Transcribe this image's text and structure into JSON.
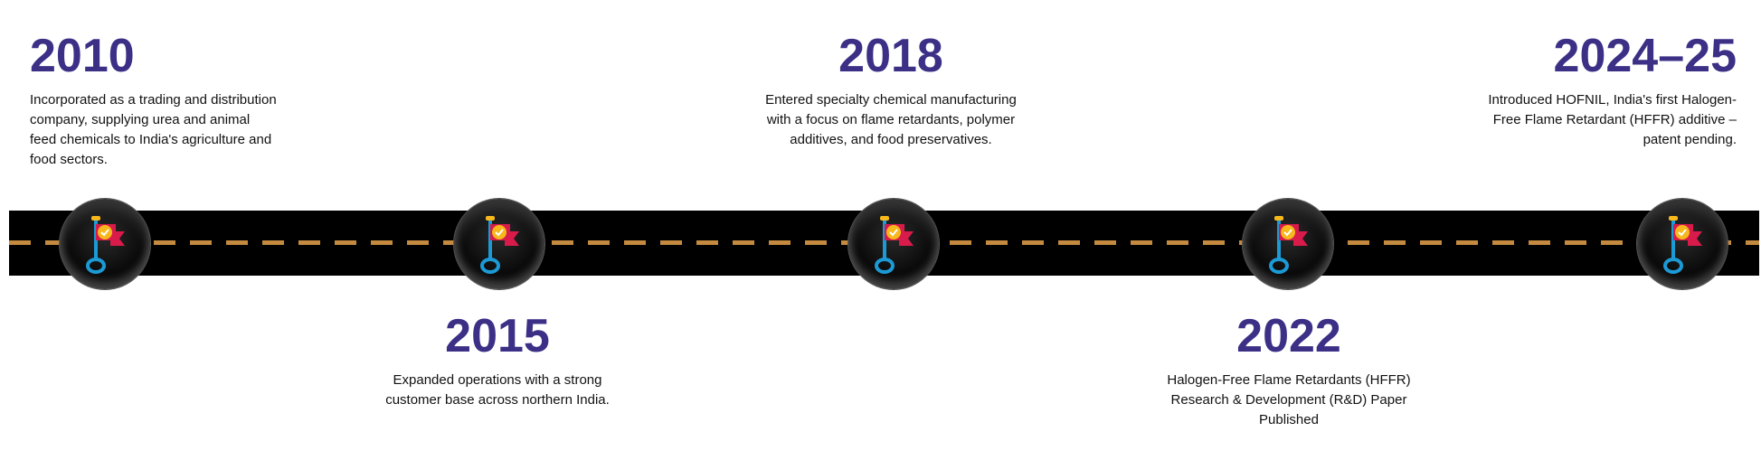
{
  "milestones": [
    {
      "year": "2010",
      "description": "Incorporated as a trading and distribution company, supplying urea and animal feed chemicals to India's agriculture and food sectors."
    },
    {
      "year": "2015",
      "description": "Expanded operations with a strong customer base across northern India."
    },
    {
      "year": "2018",
      "description": "Entered specialty chemical manufacturing with a focus on flame retardants, polymer additives, and food preservatives."
    },
    {
      "year": "2022",
      "description": "Halogen-Free Flame Retardants (HFFR) Research & Development (R&D) Paper Published"
    },
    {
      "year": "2024–25",
      "description": "Introduced HOFNIL, India's first Halogen-Free Flame Retardant (HFFR) additive – patent pending."
    }
  ],
  "colors": {
    "year": "#3b2f86",
    "road": "#000000",
    "dash": "#c48a3f",
    "flag": "#d81b4a",
    "check": "#f7b81c",
    "pin": "#1c9ad6"
  },
  "icons": {
    "marker": "flag-check-icon"
  }
}
